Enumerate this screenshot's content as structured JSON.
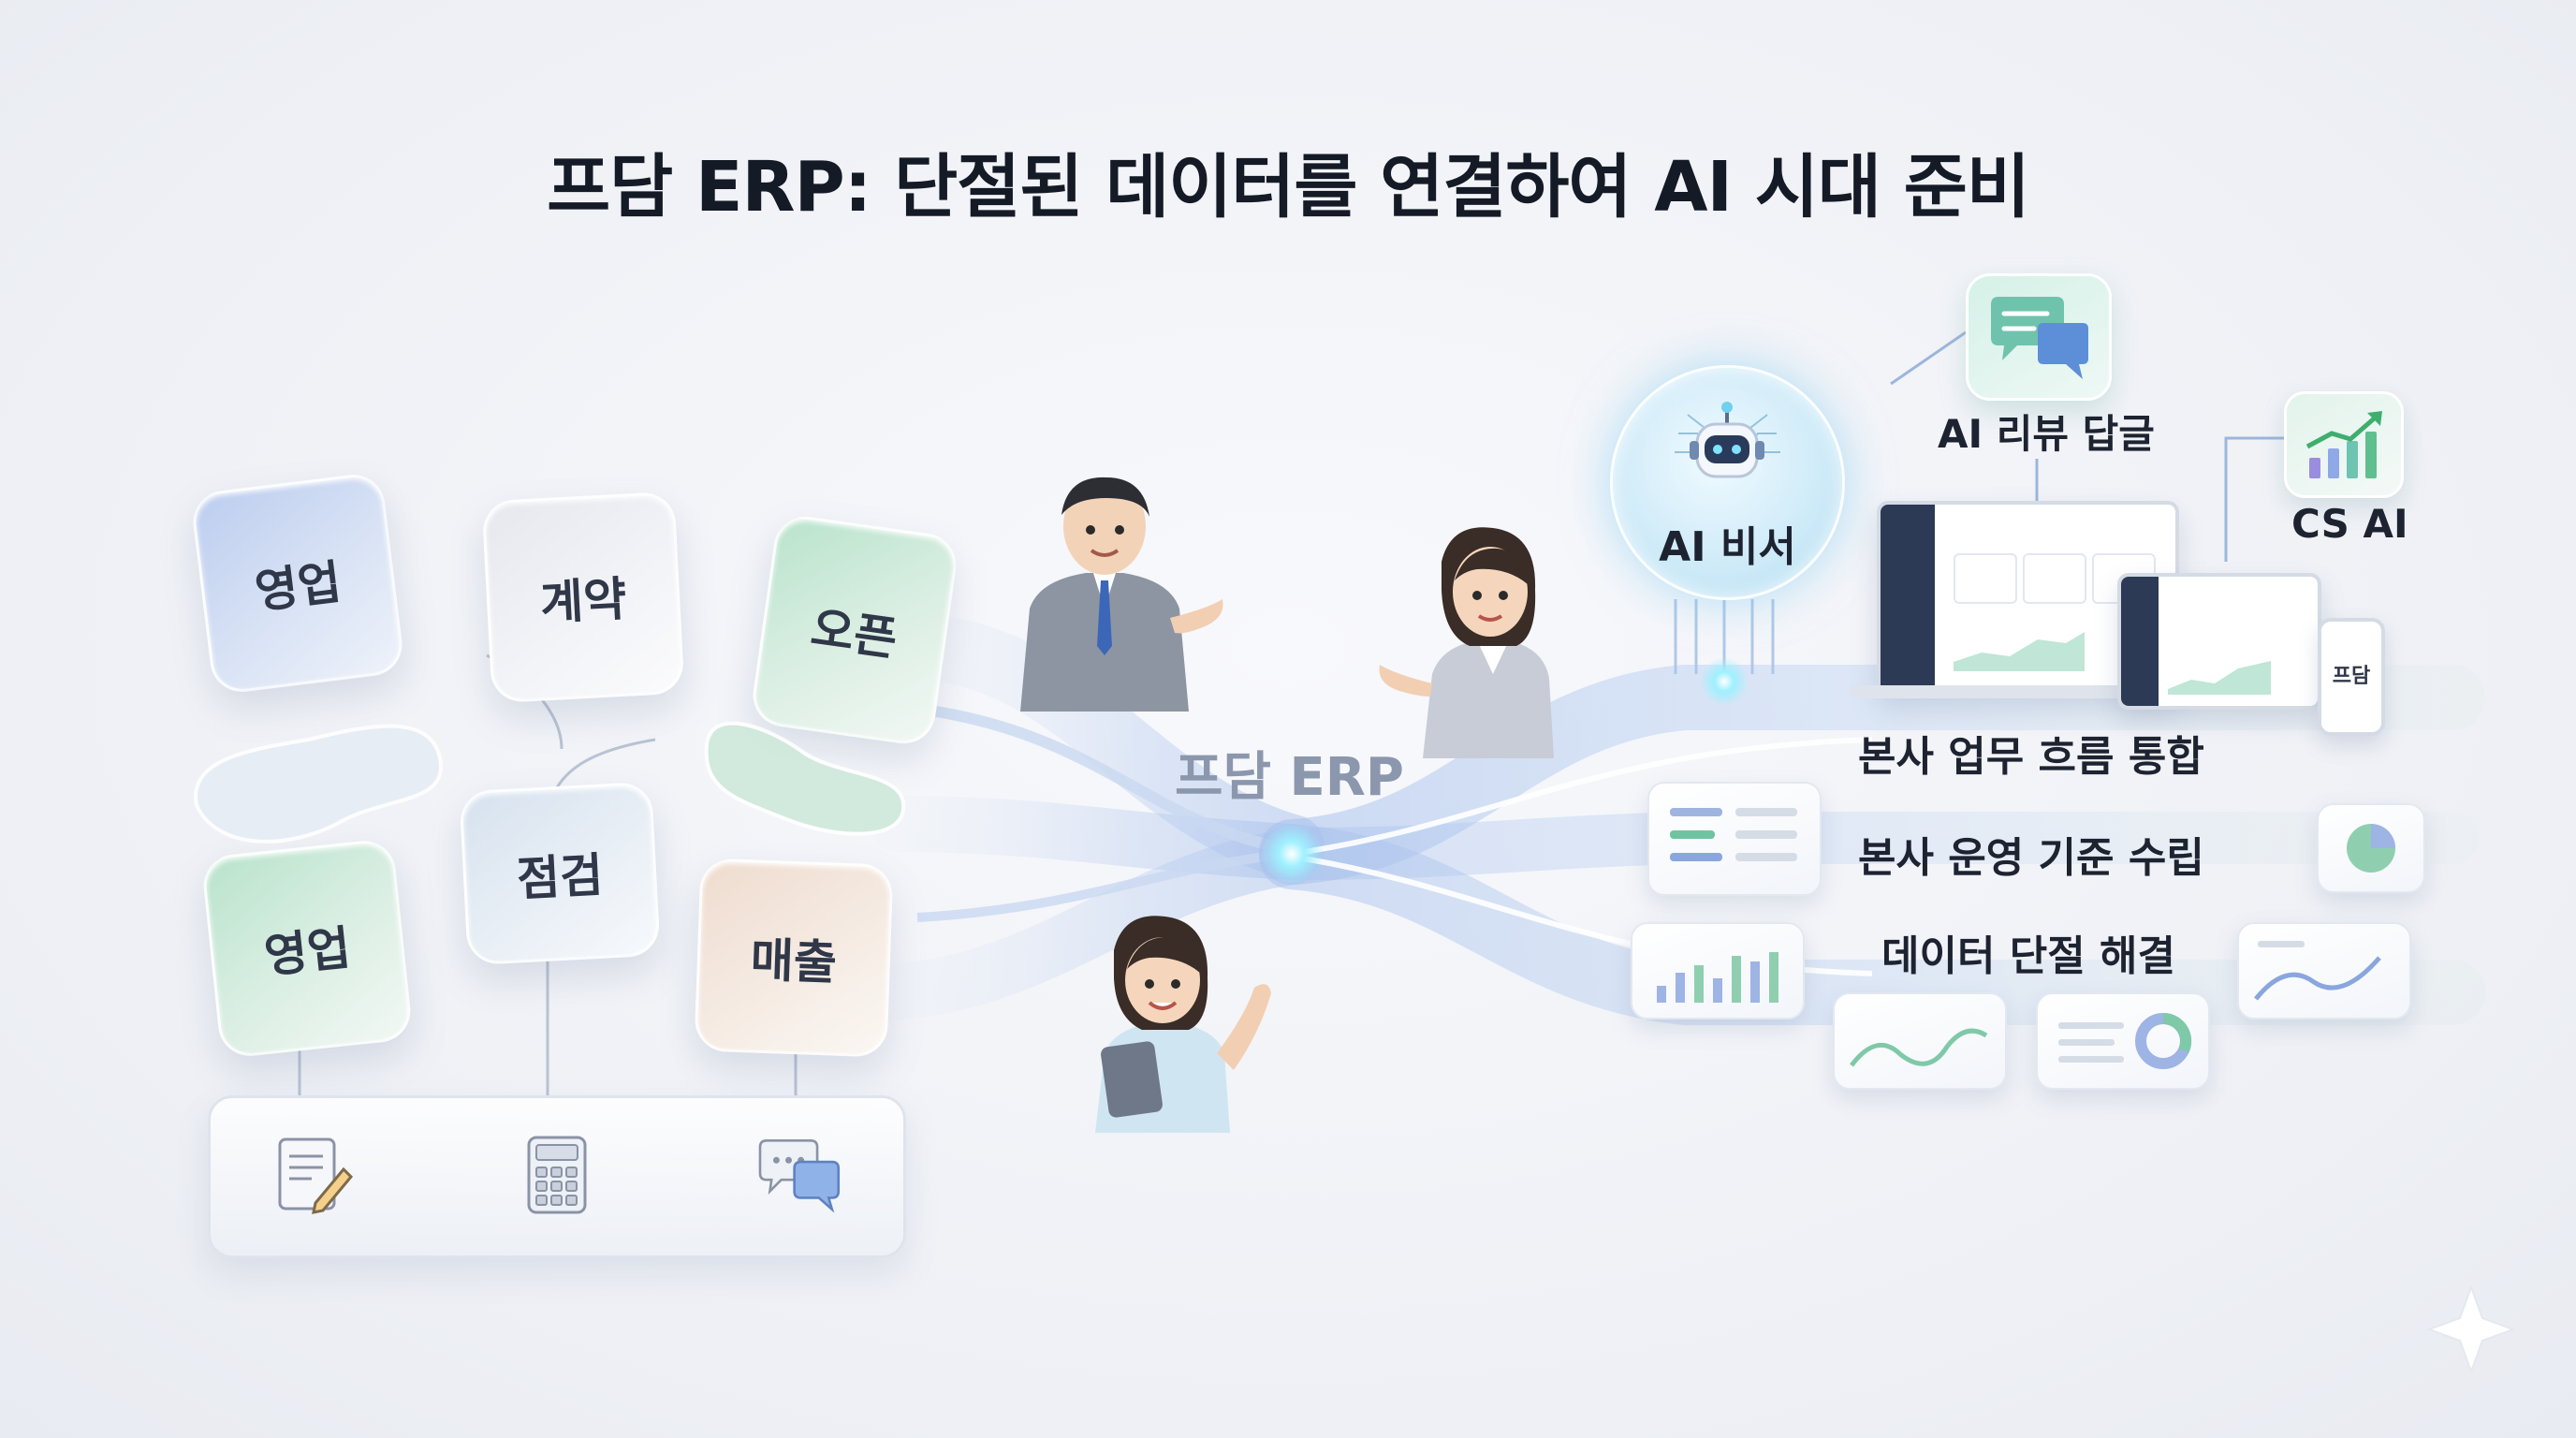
{
  "title": "프담 ERP: 단절된 데이터를 연결하여 AI 시대 준비",
  "hub_label": "프담 ERP",
  "sources": [
    {
      "label": "영업",
      "tone": "blue"
    },
    {
      "label": "계약",
      "tone": "gray"
    },
    {
      "label": "오픈",
      "tone": "green"
    },
    {
      "label": "영업",
      "tone": "green"
    },
    {
      "label": "점검",
      "tone": "ice"
    },
    {
      "label": "매출",
      "tone": "peach"
    }
  ],
  "tools": [
    "document-edit-icon",
    "calculator-icon",
    "chat-bubbles-icon"
  ],
  "ai_nodes": {
    "assistant": "AI 비서",
    "review": "AI 리뷰 답글",
    "cs": "CS AI"
  },
  "tablet_brand": "프담",
  "outcomes": [
    "본사 업무 흐름 통합",
    "본사 운영 기준 수립",
    "데이터 단절 해결"
  ],
  "colors": {
    "flow": "#a9c4ee",
    "accent_blue": "#5b82d6",
    "accent_green": "#6cc39a",
    "node_glow": "#7fd8f0"
  }
}
